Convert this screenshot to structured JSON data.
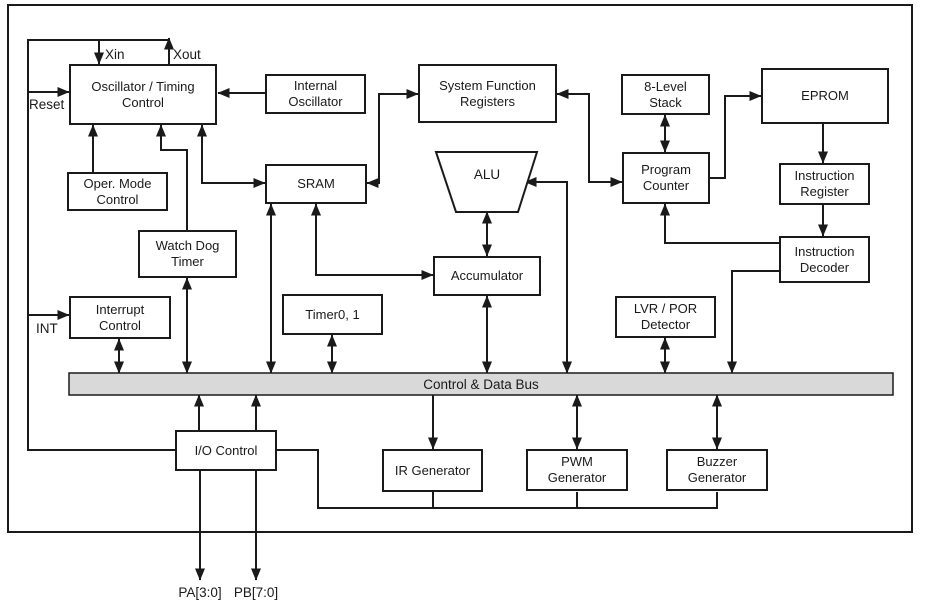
{
  "diagram": {
    "bus_label": "Control & Data Bus",
    "blocks": {
      "oscillator": "Oscillator / Timing\nControl",
      "internal_osc": "Internal\nOscillator",
      "sfr": "System Function\nRegisters",
      "stack": "8-Level\nStack",
      "eprom": "EPROM",
      "oper_mode": "Oper. Mode\nControl",
      "sram": "SRAM",
      "alu": "ALU",
      "program_counter": "Program\nCounter",
      "instr_register": "Instruction\nRegister",
      "watchdog": "Watch Dog\nTimer",
      "accumulator": "Accumulator",
      "instr_decoder": "Instruction\nDecoder",
      "timer": "Timer0, 1",
      "interrupt": "Interrupt\nControl",
      "lvr": "LVR / POR\nDetector",
      "io_control": "I/O Control",
      "ir_gen": "IR Generator",
      "pwm_gen": "PWM\nGenerator",
      "buzzer_gen": "Buzzer\nGenerator"
    },
    "pins": {
      "xin": "Xin",
      "xout": "Xout",
      "reset": "Reset",
      "int": "INT",
      "pa": "PA[3:0]",
      "pb": "PB[7:0]"
    },
    "colors": {
      "line": "#1a1a1a",
      "bus_fill": "#d9d9d9",
      "box_fill": "#ffffff",
      "background": "#ffffff"
    }
  }
}
